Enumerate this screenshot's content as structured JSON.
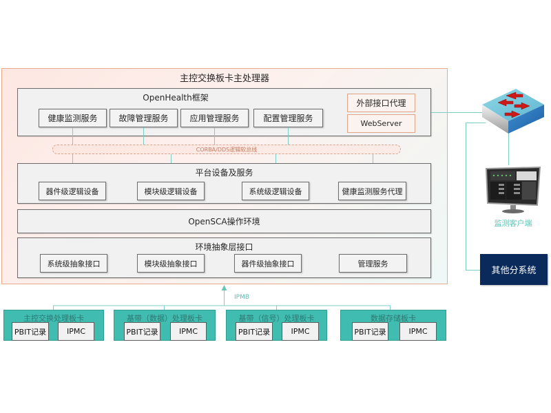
{
  "processor": {
    "title": "主控交换板卡主处理器",
    "openhealth": {
      "title": "OpenHealth框架",
      "services": [
        "健康监测服务",
        "故障管理服务",
        "应用管理服务",
        "配置管理服务"
      ],
      "external_proxy": "外部接口代理",
      "webserver": "WebServer"
    },
    "bus_label": "CORBA/DDS逻辑软总线",
    "platform": {
      "title": "平台设备及服务",
      "devices": [
        "器件级逻辑设备",
        "模块级逻辑设备",
        "系统级逻辑设备",
        "健康监测服务代理"
      ]
    },
    "opensca": {
      "title": "OpenSCA操作环境"
    },
    "hal": {
      "title": "环境抽象层接口",
      "interfaces": [
        "系统级抽象接口",
        "模块级抽象接口",
        "器件级抽象接口",
        "管理服务"
      ]
    }
  },
  "ipmb_label": "IPMB",
  "boards": [
    {
      "title": "主控交换处理板卡",
      "items": [
        "PBIT记录",
        "IPMC"
      ]
    },
    {
      "title": "基带（数据）处理板卡",
      "items": [
        "PBIT记录",
        "IPMC"
      ]
    },
    {
      "title": "基带（信号）处理板卡",
      "items": [
        "PBIT记录",
        "IPMC"
      ]
    },
    {
      "title": "数据存储板卡",
      "items": [
        "PBIT记录",
        "IPMC"
      ]
    }
  ],
  "external": {
    "switch_icon": "network-switch-icon",
    "monitor_icon": "monitor-client-icon",
    "client_label": "监测客户端",
    "other_systems": "其他分系统"
  },
  "colors": {
    "processor_border": "#e8a88a",
    "connector": "#7ccdc4",
    "board_fill": "#41bcb0",
    "other_systems_fill": "#0b2a5c"
  }
}
